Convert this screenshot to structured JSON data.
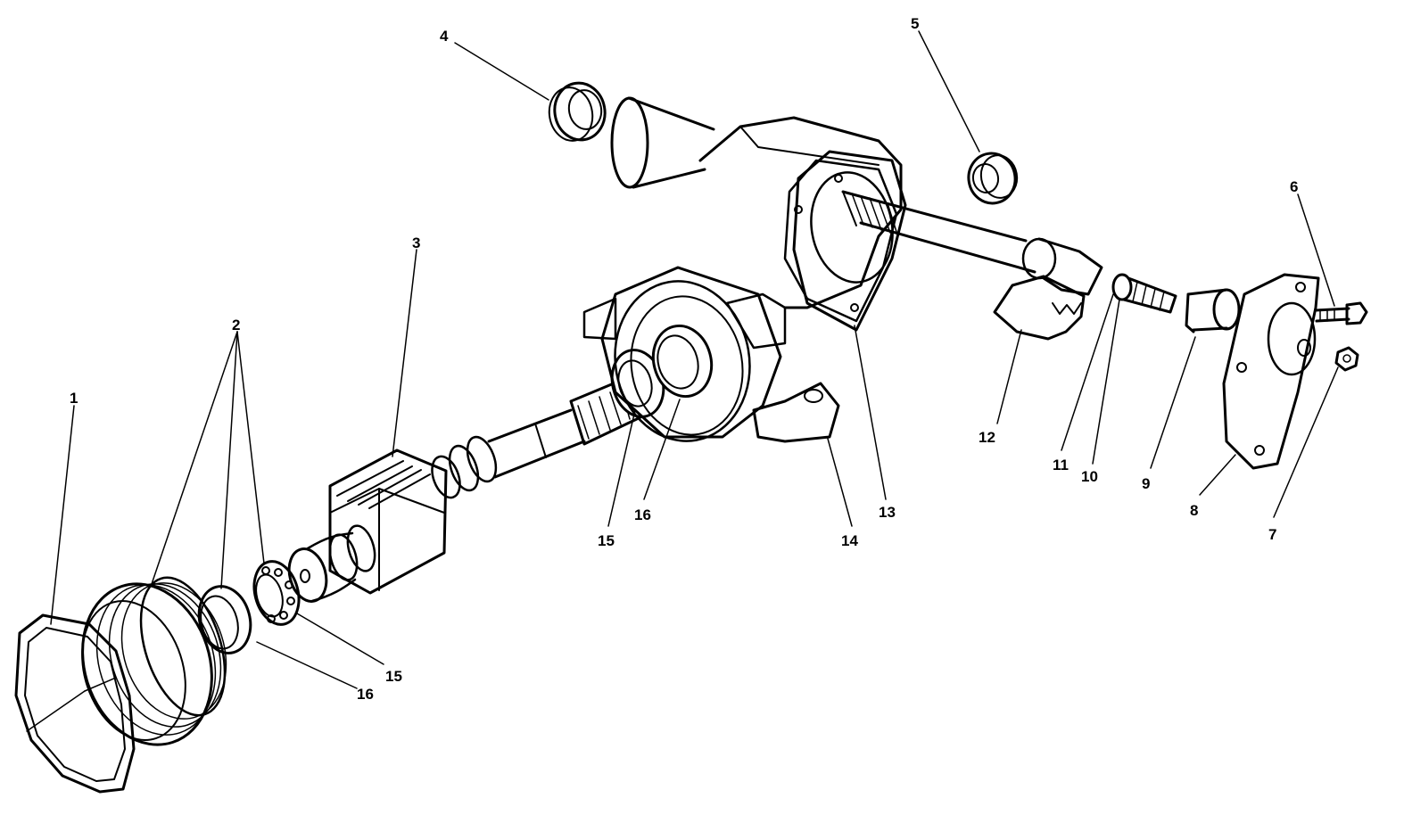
{
  "labels": {
    "l1": "1",
    "l2": "2",
    "l3": "3",
    "l4": "4",
    "l5": "5",
    "l6": "6",
    "l7": "7",
    "l8": "8",
    "l9": "9",
    "l10": "10",
    "l11": "11",
    "l12": "12",
    "l13": "13",
    "l14": "14",
    "l15a": "15",
    "l15b": "15",
    "l16a": "16",
    "l16b": "16"
  },
  "colors": {
    "ink": "#000000",
    "paper": "#ffffff"
  }
}
